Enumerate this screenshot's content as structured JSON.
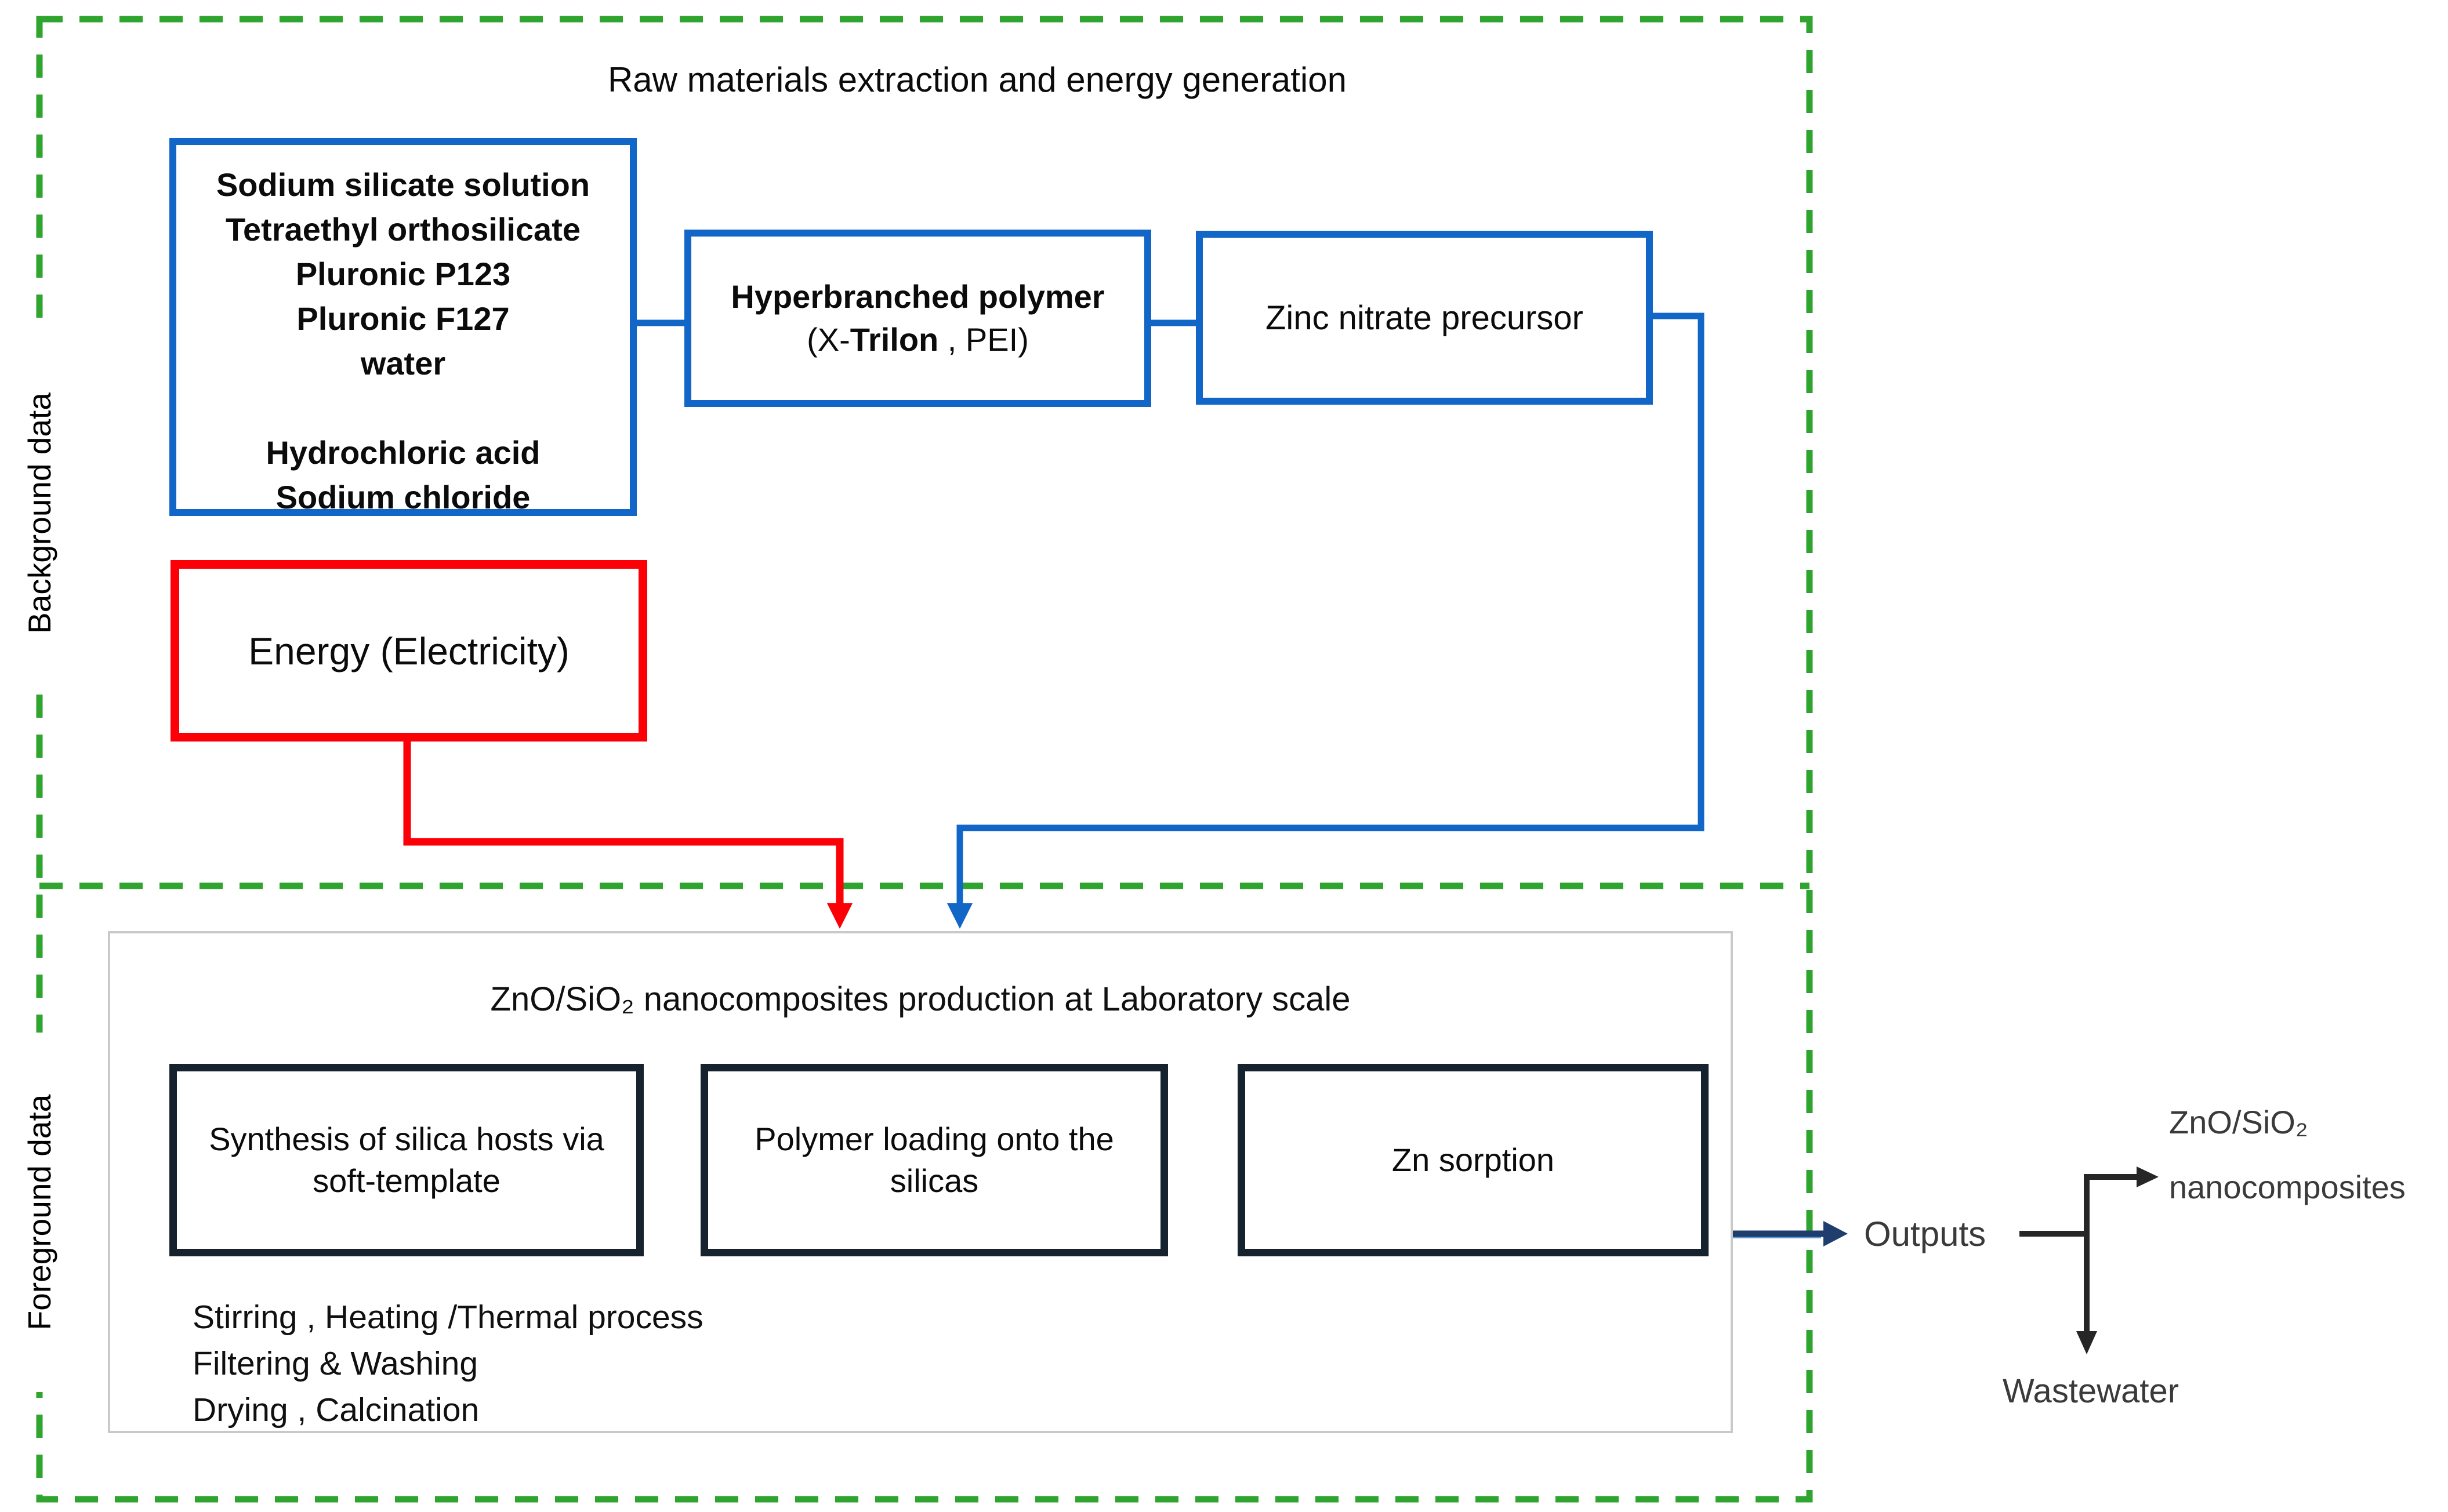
{
  "colors": {
    "box_blue": "#1266c8",
    "box_red": "#fb0007",
    "boundary_green": "#2fa42f",
    "box_black": "#16222e",
    "container_gray": "#c9c9c9",
    "arrow_navy": "#1f3d6d",
    "arrow_black": "#262626",
    "output_text_gray": "#3a3a3a"
  },
  "background_section": {
    "side_label": "Background data",
    "title": "Raw materials extraction and energy generation",
    "materials_box": {
      "lines": [
        "Sodium silicate solution",
        "Tetraethyl orthosilicate",
        "Pluronic P123",
        "Pluronic F127",
        "water",
        "",
        "Hydrochloric acid",
        "Sodium chloride"
      ]
    },
    "polymer_box": {
      "line1": "Hyperbranched polymer",
      "line2_pre": "(X-",
      "line2_bold": "Trilon",
      "line2_post": " , PEI)"
    },
    "zinc_box_label": "Zinc nitrate precursor",
    "energy_box_label": "Energy (Electricity)"
  },
  "foreground_section": {
    "side_label": "Foreground data",
    "title": "ZnO/SiO₂ nanocomposites  production at Laboratory scale",
    "steps": [
      "Synthesis of silica hosts via soft-template",
      "Polymer loading onto the silicas",
      "Zn sorption"
    ],
    "conditions": [
      "Stirring , Heating /Thermal process",
      "Filtering & Washing",
      "Drying , Calcination"
    ]
  },
  "outputs": {
    "label": "Outputs",
    "product_line1": "ZnO/SiO₂",
    "product_line2": "nanocomposites",
    "waste": "Wastewater"
  }
}
